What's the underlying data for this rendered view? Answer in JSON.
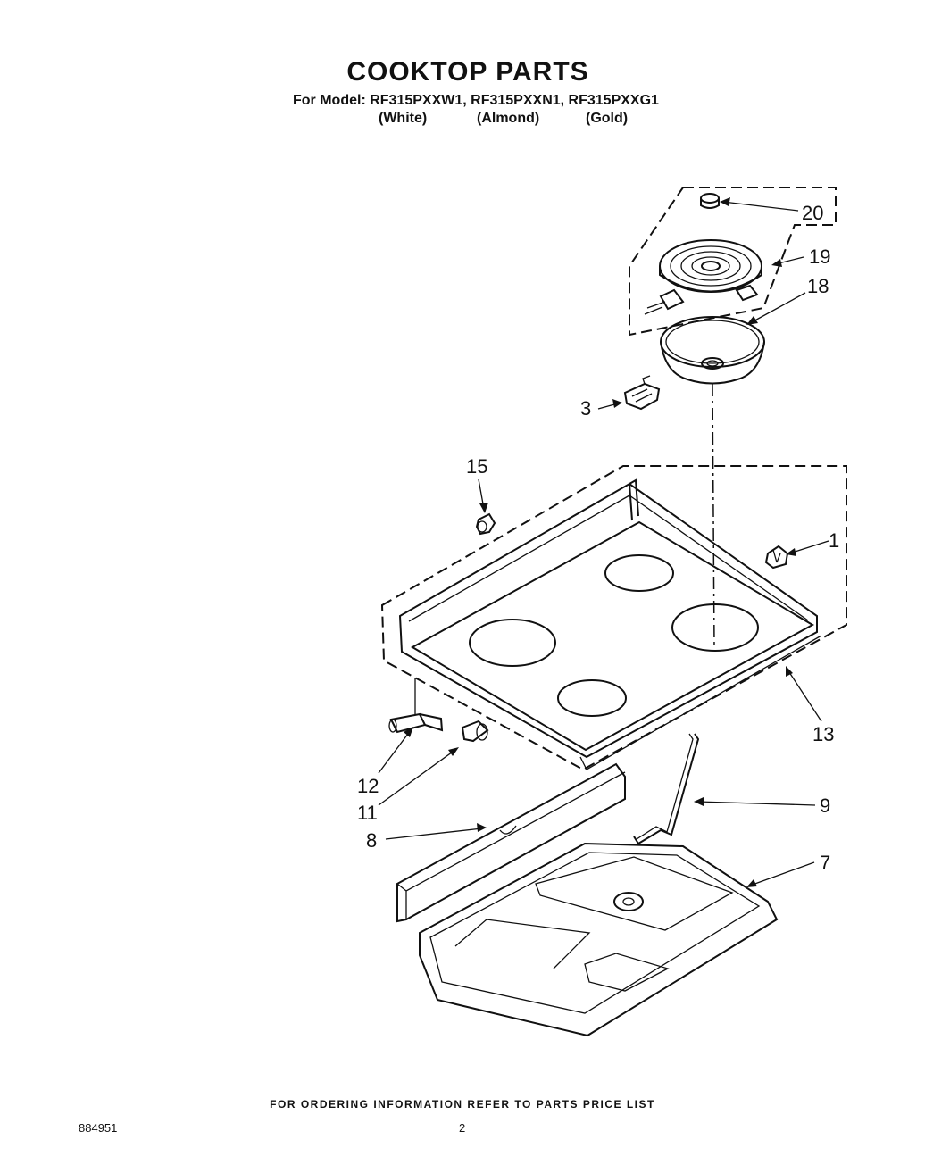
{
  "header": {
    "title": "COOKTOP PARTS",
    "model_prefix": "For Model:",
    "models": [
      "RF315PXXW1,",
      "RF315PXXN1,",
      "RF315PXXG1"
    ],
    "colors": [
      "(White)",
      "(Almond)",
      "(Gold)"
    ]
  },
  "callouts": [
    "20",
    "19",
    "18",
    "3",
    "15",
    "1",
    "13",
    "12",
    "11",
    "9",
    "8",
    "7"
  ],
  "footer": {
    "note": "FOR ORDERING INFORMATION REFER TO PARTS PRICE LIST",
    "doc_number": "884951",
    "page_number": "2"
  }
}
